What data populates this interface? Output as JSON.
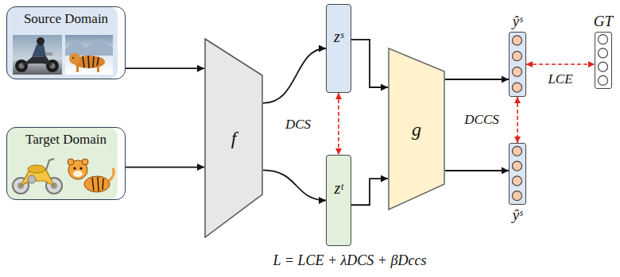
{
  "diagram": {
    "nodes": [
      {
        "text": [
          "Source Domain"
        ]
      },
      {
        "text": [
          "Target Domain"
        ]
      },
      {
        "text": [
          "f"
        ]
      },
      {
        "text": [
          "zˢ"
        ]
      },
      {
        "text": [
          "zᵗ"
        ]
      },
      {
        "text": [
          "g"
        ]
      },
      {
        "text": [
          "ŷˢ"
        ]
      },
      {
        "text": [
          "GT"
        ]
      },
      {
        "text": [
          "ŷˢ"
        ]
      }
    ],
    "edges": [
      {
        "from": 0,
        "to": 2,
        "arrow": "to"
      },
      {
        "from": 1,
        "to": 2,
        "arrow": "to"
      },
      {
        "from": 2,
        "to": 3,
        "arrow": "to"
      },
      {
        "from": 2,
        "to": 4,
        "arrow": "to"
      },
      {
        "from": 3,
        "to": 5,
        "arrow": "to"
      },
      {
        "from": 4,
        "to": 5,
        "arrow": "to"
      },
      {
        "from": 5,
        "to": 6,
        "arrow": "to"
      },
      {
        "from": 5,
        "to": 8,
        "arrow": "to"
      },
      {
        "from": 3,
        "to": 4,
        "label": "DCS",
        "arrow": "both"
      },
      {
        "from": 6,
        "to": 8,
        "label": "DCCS",
        "arrow": "both"
      },
      {
        "from": 6,
        "to": 7,
        "label": "LCE",
        "arrow": "both"
      }
    ],
    "labels": [
      "L = LCE + λDCS + βDccs"
    ]
  }
}
